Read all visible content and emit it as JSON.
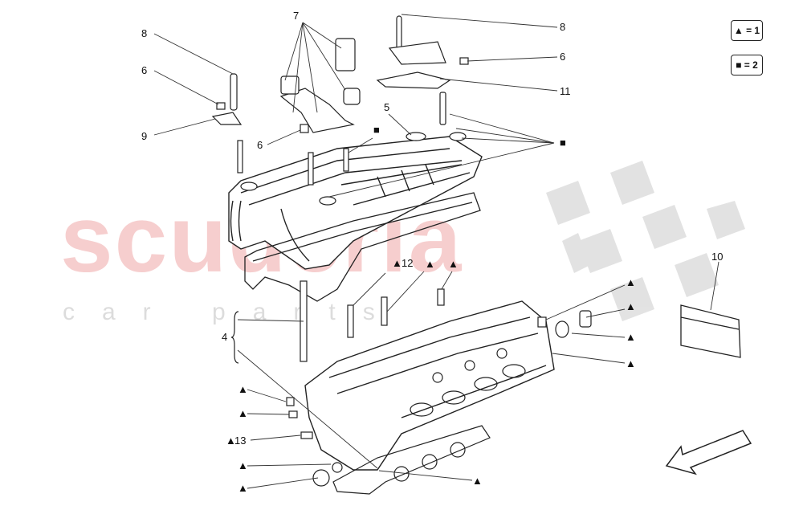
{
  "watermark": {
    "brand": "scuderia",
    "subtitle": "car parts",
    "brand_color": "#f5c6c6"
  },
  "legend": [
    {
      "symbol": "triangle",
      "text": "▲ = 1"
    },
    {
      "symbol": "square",
      "text": "■ = 2"
    }
  ],
  "callouts": {
    "c8_left": "8",
    "c6_left": "6",
    "c9": "9",
    "c7": "7",
    "c6_mid": "6",
    "c5": "5",
    "c8_right": "8",
    "c6_right": "6",
    "c11": "11",
    "c12": "12",
    "c4": "4",
    "c10": "10",
    "c13": "13"
  },
  "symbols": {
    "triangle": "▲",
    "square": "■"
  },
  "icons": {
    "direction": "front-arrow-icon",
    "checker": "checkered-flag-icon"
  }
}
